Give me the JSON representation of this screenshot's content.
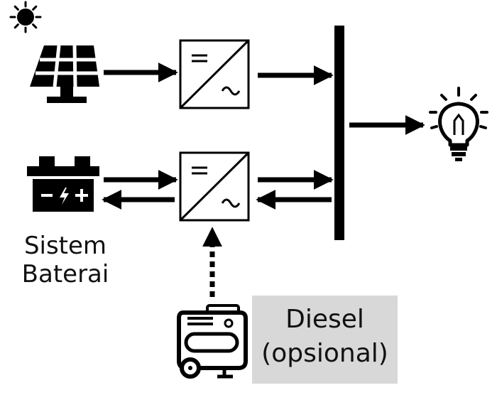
{
  "battery_label": [
    "Sistem",
    "Baterai"
  ],
  "diesel_label": [
    "Diesel",
    "(opsional)"
  ],
  "converter_symbols": {
    "dc": "=",
    "ac": "~"
  },
  "icons": [
    "sun-icon",
    "solar-panel-icon",
    "battery-icon",
    "generator-icon",
    "light-bulb-icon"
  ],
  "colors": {
    "stroke": "#000000",
    "diesel_box": "#d8d8d8",
    "background": "#ffffff"
  }
}
